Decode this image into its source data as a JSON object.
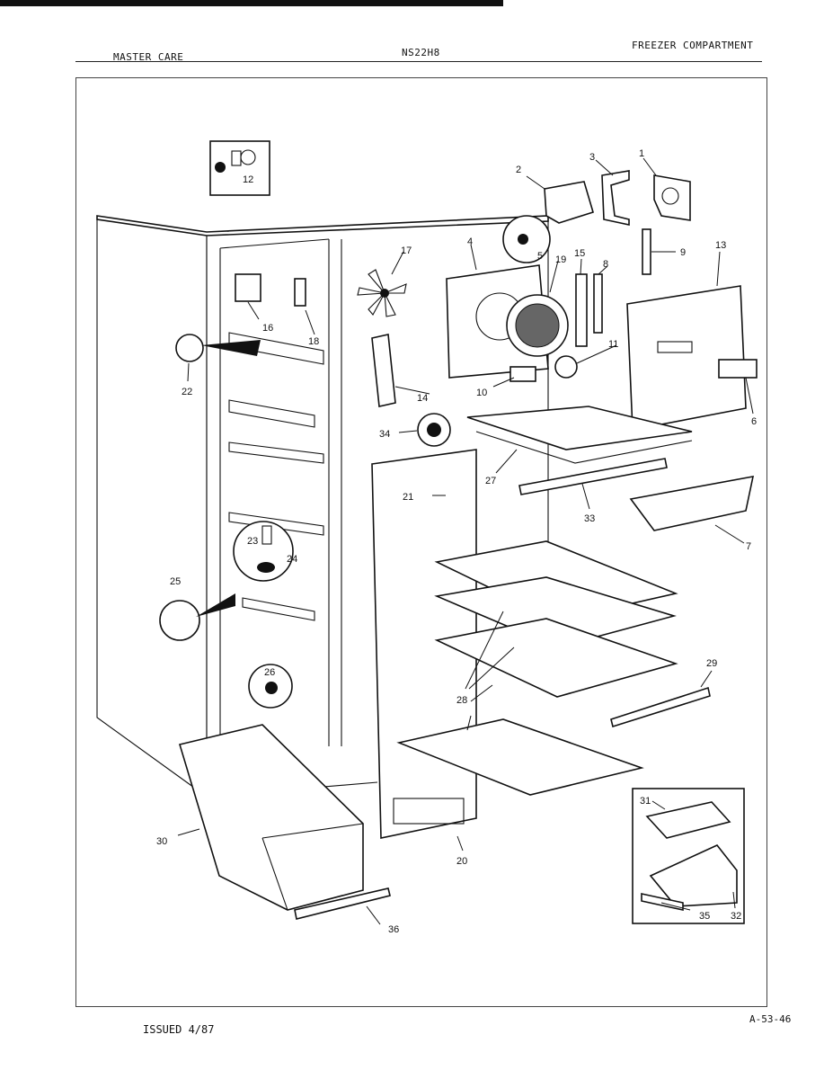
{
  "header": {
    "left": "MASTER CARE",
    "center": "NS22H8",
    "right": "FREEZER COMPARTMENT"
  },
  "footer": {
    "issued": "ISSUED 4/87",
    "page_code": "A-53-46"
  },
  "callouts": {
    "c1": "1",
    "c2": "2",
    "c3": "3",
    "c4": "4",
    "c5": "5",
    "c6": "6",
    "c7": "7",
    "c8": "8",
    "c9": "9",
    "c10": "10",
    "c11": "11",
    "c12": "12",
    "c13": "13",
    "c14": "14",
    "c15": "15",
    "c16": "16",
    "c17": "17",
    "c18": "18",
    "c19": "19",
    "c20": "20",
    "c21": "21",
    "c22": "22",
    "c23": "23",
    "c24": "24",
    "c25": "25",
    "c26": "26",
    "c27": "27",
    "c28": "28",
    "c29": "29",
    "c30": "30",
    "c31": "31",
    "c32": "32",
    "c33": "33",
    "c34": "34",
    "c35": "35",
    "c36": "36"
  }
}
